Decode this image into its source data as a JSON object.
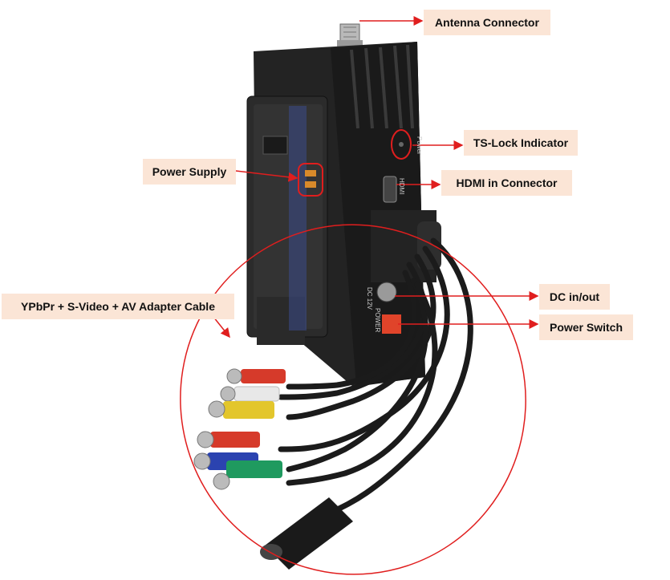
{
  "colors": {
    "label_background": "#fbe5d6",
    "callout_red": "#e01e1e",
    "device_body": "#1e1e1e"
  },
  "labels": {
    "antenna": "Antenna Connector",
    "ts_lock": "TS-Lock Indicator",
    "power_supply": "Power Supply",
    "hdmi": "HDMI in Connector",
    "adapter_cable": "YPbPr + S-Video + AV Adapter Cable",
    "dc": "DC in/out",
    "power_switch": "Power Switch"
  },
  "device_markings": {
    "power_side": "Power",
    "hdmi_side": "HDMI",
    "dc_rating": "DC 12V",
    "power_label": "POWER"
  },
  "connectors": [
    {
      "name": "rca-red-1",
      "color": "#d63a2a"
    },
    {
      "name": "rca-white",
      "color": "#e8e8e8"
    },
    {
      "name": "rca-yellow",
      "color": "#e3c62c"
    },
    {
      "name": "rca-red-2",
      "color": "#d63a2a"
    },
    {
      "name": "rca-blue",
      "color": "#2b43b0"
    },
    {
      "name": "rca-green",
      "color": "#1f9a5f"
    }
  ]
}
